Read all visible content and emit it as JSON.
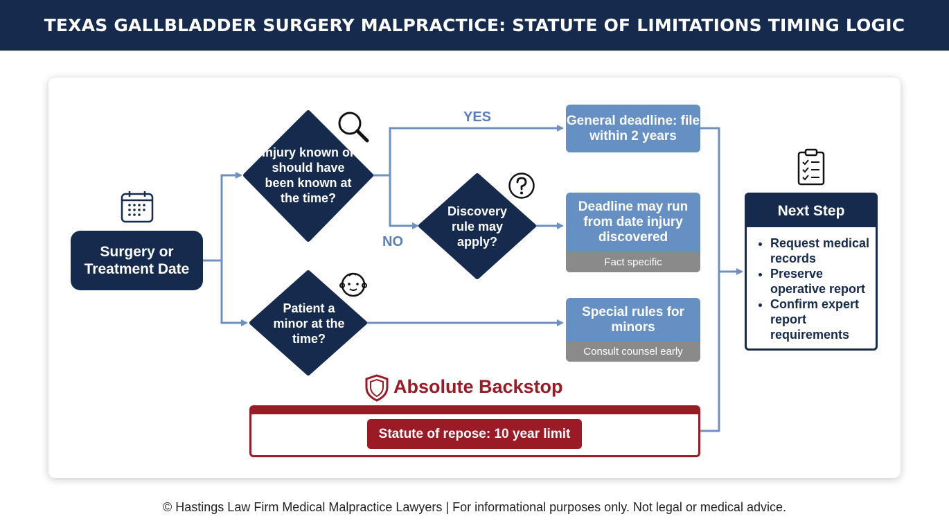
{
  "header": {
    "title": "TEXAS GALLBLADDER SURGERY MALPRACTICE: STATUTE OF LIMITATIONS TIMING LOGIC"
  },
  "start": {
    "line1": "Surgery or",
    "line2": "Treatment Date"
  },
  "decisions": {
    "injury_known": "Injury known or should have been known at the time?",
    "discovery": "Discovery rule may apply?",
    "minor": "Patient a minor at the time?"
  },
  "labels": {
    "yes": "YES",
    "no": "NO"
  },
  "outcomes": {
    "general": "General deadline: file within 2 years",
    "discovered": "Deadline may run from date injury discovered",
    "discovered_note": "Fact specific",
    "minors": "Special rules for minors",
    "minors_note": "Consult counsel early"
  },
  "next_step": {
    "title": "Next Step",
    "items": [
      "Request medical records",
      "Preserve operative report",
      "Confirm expert report requirements"
    ]
  },
  "backstop": {
    "title": "Absolute Backstop",
    "repose": "Statute of repose: 10 year limit"
  },
  "footer": {
    "text": "© Hastings Law Firm Medical Malpractice Lawyers | For informational purposes only. Not legal or medical advice."
  },
  "colors": {
    "navy": "#152a4c",
    "blue": "#6690c4",
    "gray": "#8a8a8a",
    "red": "#9a1b25",
    "connector": "#6f8fbf"
  },
  "icons": [
    "calendar-icon",
    "magnifier-icon",
    "question-icon",
    "baby-face-icon",
    "clipboard-icon",
    "shield-icon"
  ]
}
